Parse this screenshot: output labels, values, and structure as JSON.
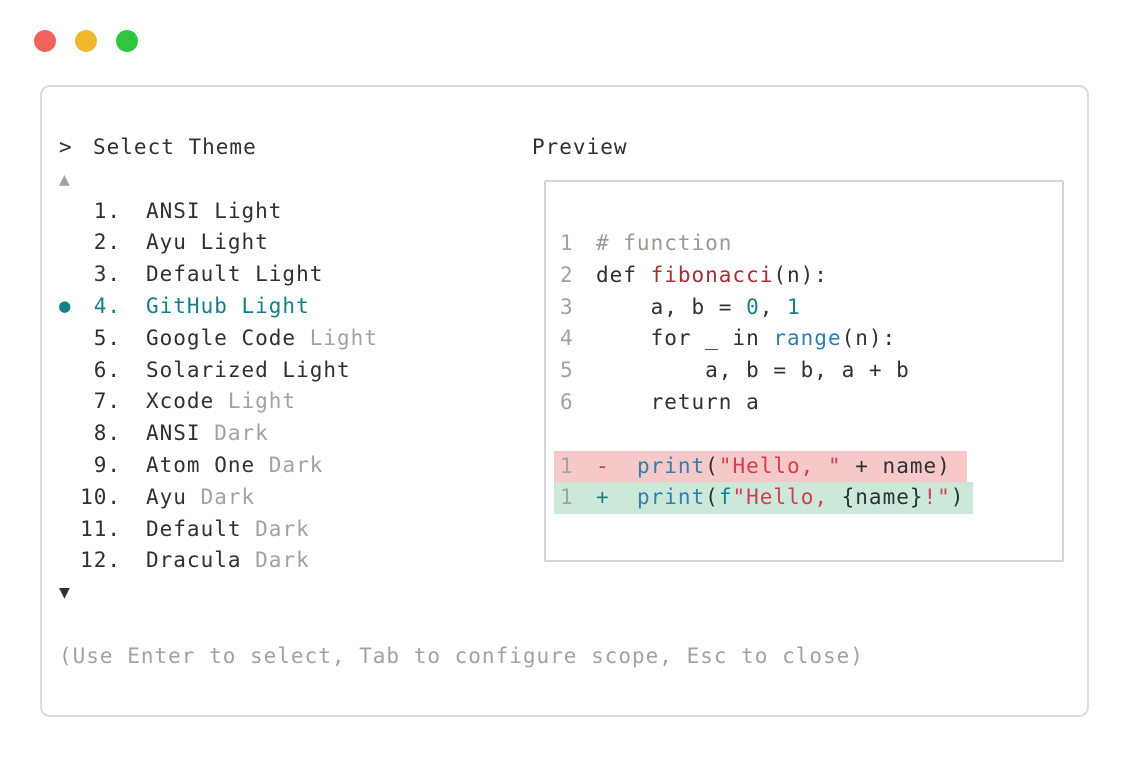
{
  "window": {
    "controls": [
      {
        "name": "close",
        "color": "#f2625c"
      },
      {
        "name": "minimize",
        "color": "#f3b72d"
      },
      {
        "name": "zoom",
        "color": "#2fc53f"
      }
    ]
  },
  "theme_picker": {
    "prompt_icon": ">",
    "title": "Select Theme",
    "scroll_up_icon": "▲",
    "scroll_down_icon": "▼",
    "selected_icon": "●",
    "selected_item": "4. GitHub Light",
    "items": [
      {
        "number": "1.",
        "name": "ANSI Light",
        "suffix": "",
        "selected": false
      },
      {
        "number": "2.",
        "name": "Ayu Light",
        "suffix": "",
        "selected": false
      },
      {
        "number": "3.",
        "name": "Default Light",
        "suffix": "",
        "selected": false
      },
      {
        "number": "4.",
        "name": "GitHub Light",
        "suffix": "",
        "selected": true
      },
      {
        "number": "5.",
        "name": "Google Code",
        "suffix": "Light",
        "selected": false
      },
      {
        "number": "6.",
        "name": "Solarized Light",
        "suffix": "",
        "selected": false
      },
      {
        "number": "7.",
        "name": "Xcode",
        "suffix": "Light",
        "selected": false
      },
      {
        "number": "8.",
        "name": "ANSI",
        "suffix": "Dark",
        "selected": false
      },
      {
        "number": "9.",
        "name": "Atom One",
        "suffix": "Dark",
        "selected": false
      },
      {
        "number": "10.",
        "name": "Ayu",
        "suffix": "Dark",
        "selected": false
      },
      {
        "number": "11.",
        "name": "Default",
        "suffix": "Dark",
        "selected": false
      },
      {
        "number": "12.",
        "name": "Dracula",
        "suffix": "Dark",
        "selected": false
      }
    ],
    "help_text": "(Use Enter to select, Tab to configure scope, Esc to close)"
  },
  "preview": {
    "title": "Preview",
    "code_lines": [
      {
        "number": "1",
        "type": "code",
        "tokens": [
          [
            "comment",
            "# function"
          ]
        ]
      },
      {
        "number": "2",
        "type": "code",
        "tokens": [
          [
            "plain",
            "def "
          ],
          [
            "func",
            "fibonacci"
          ],
          [
            "plain",
            "(n):"
          ]
        ]
      },
      {
        "number": "3",
        "type": "code",
        "tokens": [
          [
            "plain",
            "    a, b = "
          ],
          [
            "numlit",
            "0"
          ],
          [
            "plain",
            ", "
          ],
          [
            "numlit",
            "1"
          ]
        ]
      },
      {
        "number": "4",
        "type": "code",
        "tokens": [
          [
            "plain",
            "    for _ in "
          ],
          [
            "builtin",
            "range"
          ],
          [
            "plain",
            "(n):"
          ]
        ]
      },
      {
        "number": "5",
        "type": "code",
        "tokens": [
          [
            "plain",
            "        a, b = b, a + b"
          ]
        ]
      },
      {
        "number": "6",
        "type": "code",
        "tokens": [
          [
            "plain",
            "    return a"
          ]
        ]
      },
      {
        "number": "",
        "type": "blank",
        "tokens": []
      },
      {
        "number": "1",
        "type": "removed",
        "tokens": [
          [
            "minus",
            "-"
          ],
          [
            "plain",
            "  "
          ],
          [
            "builtin",
            "print"
          ],
          [
            "plain",
            "("
          ],
          [
            "string",
            "\"Hello, \""
          ],
          [
            "plain",
            " + name)"
          ]
        ]
      },
      {
        "number": "1",
        "type": "added",
        "tokens": [
          [
            "plus",
            "+"
          ],
          [
            "plain",
            "  "
          ],
          [
            "builtin",
            "print"
          ],
          [
            "plain",
            "("
          ],
          [
            "fstring",
            "f"
          ],
          [
            "string",
            "\"Hello, "
          ],
          [
            "plain",
            "{name}"
          ],
          [
            "string",
            "!\""
          ],
          [
            "plain",
            ")"
          ]
        ]
      }
    ]
  },
  "colors": {
    "accent_teal": "#10808a",
    "text": "#2c3136",
    "muted": "#a2a2a2",
    "comment": "#9a9a8e",
    "function_name": "#a92e32",
    "number_literal": "#13808a",
    "builtin": "#2f7fb5",
    "string": "#d63c52",
    "diff_minus": "#d63c52",
    "diff_plus": "#1a8174",
    "removed_bg": "#f7c8c8",
    "added_bg": "#cbe8d8",
    "window_border": "#dcdcdc",
    "preview_border": "#d6d6d6",
    "traffic_red": "#f2625c",
    "traffic_yellow": "#f3b72d",
    "traffic_green": "#2fc53f"
  }
}
